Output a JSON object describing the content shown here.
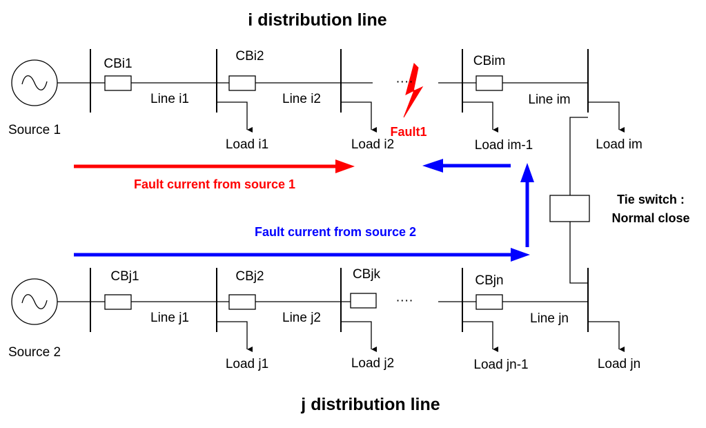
{
  "titles": {
    "top": "i distribution line",
    "bottom": "j distribution line"
  },
  "sources": {
    "source1": "Source 1",
    "source2": "Source 2"
  },
  "line_i": {
    "breakers": [
      "CBi1",
      "CBi2",
      "CBim"
    ],
    "lines": [
      "Line i1",
      "Line i2",
      "Line im"
    ],
    "loads": [
      "Load i1",
      "Load i2",
      "Load im-1",
      "Load im"
    ],
    "ellipsis": "····",
    "fault": "Fault1"
  },
  "line_j": {
    "breakers": [
      "CBj1",
      "CBj2",
      "CBjk",
      "CBjn"
    ],
    "lines": [
      "Line j1",
      "Line j2",
      "Line jn"
    ],
    "loads": [
      "Load j1",
      "Load j2",
      "Load jn-1",
      "Load jn"
    ],
    "ellipsis": "····"
  },
  "arrows": {
    "source1_label": "Fault current from source 1",
    "source2_label": "Fault current from source 2"
  },
  "tie_switch": {
    "line1": "Tie switch :",
    "line2": "Normal close"
  },
  "colors": {
    "fault": "#ff0000",
    "source1_arrow": "#ff0000",
    "source2_arrow": "#0000ff"
  }
}
